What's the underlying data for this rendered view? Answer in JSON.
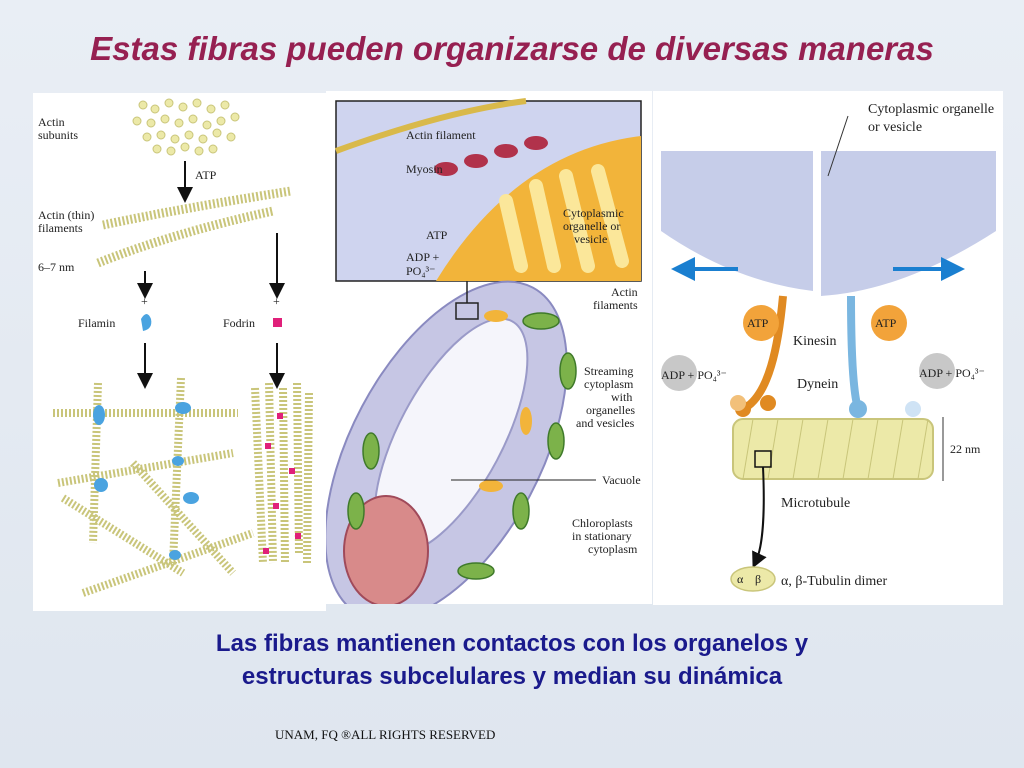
{
  "title": "Estas fibras pueden organizarse de diversas maneras",
  "left_panel": {
    "actin_subunits": [
      "Actin",
      "subunits"
    ],
    "atp": "ATP",
    "actin_thin": [
      "Actin (thin)",
      "filaments"
    ],
    "nm": "6–7 nm",
    "plus": "+",
    "filamin": "Filamin",
    "fodrin": "Fodrin"
  },
  "middle_panel": {
    "actin_filament": "Actin filament",
    "myosin": "Myosin",
    "atp": "ATP",
    "adp": "ADP +",
    "po4": "PO₄³⁻",
    "organelle": [
      "Cytoplasmic",
      "organelle or",
      "vesicle"
    ],
    "actin_filaments": [
      "Actin",
      "filaments"
    ],
    "streaming": [
      "Streaming",
      "cytoplasm",
      "with",
      "organelles",
      "and vesicles"
    ],
    "vacuole": "Vacuole",
    "chloroplasts": [
      "Chloroplasts",
      "in stationary",
      "cytoplasm"
    ]
  },
  "right_panel": {
    "organelle": [
      "Cytoplasmic organelle",
      "or vesicle"
    ],
    "atp_left": "ATP",
    "atp_right": "ATP",
    "kinesin": "Kinesin",
    "dynein": "Dynein",
    "adp_left": "ADP + PO₄³⁻",
    "adp_right": "ADP + PO₄³⁻",
    "nm": "22 nm",
    "microtubule": "Microtubule",
    "alpha": "α",
    "beta": "β",
    "tubulin": "α, β-Tubulin dimer"
  },
  "caption": [
    "Las fibras mantienen contactos con los organelos y",
    "estructuras subcelulares y median su dinámica"
  ],
  "footer": "UNAM, FQ ®ALL RIGHTS RESERVED",
  "colors": {
    "title": "#962051",
    "caption": "#1a1a8c",
    "bead": "#ece9a8",
    "filamin": "#4aa3e0",
    "fodrin": "#e0207a",
    "kinesin": "#e08a22",
    "dynein": "#7ab6e0",
    "arrow": "#1a7fd0"
  }
}
